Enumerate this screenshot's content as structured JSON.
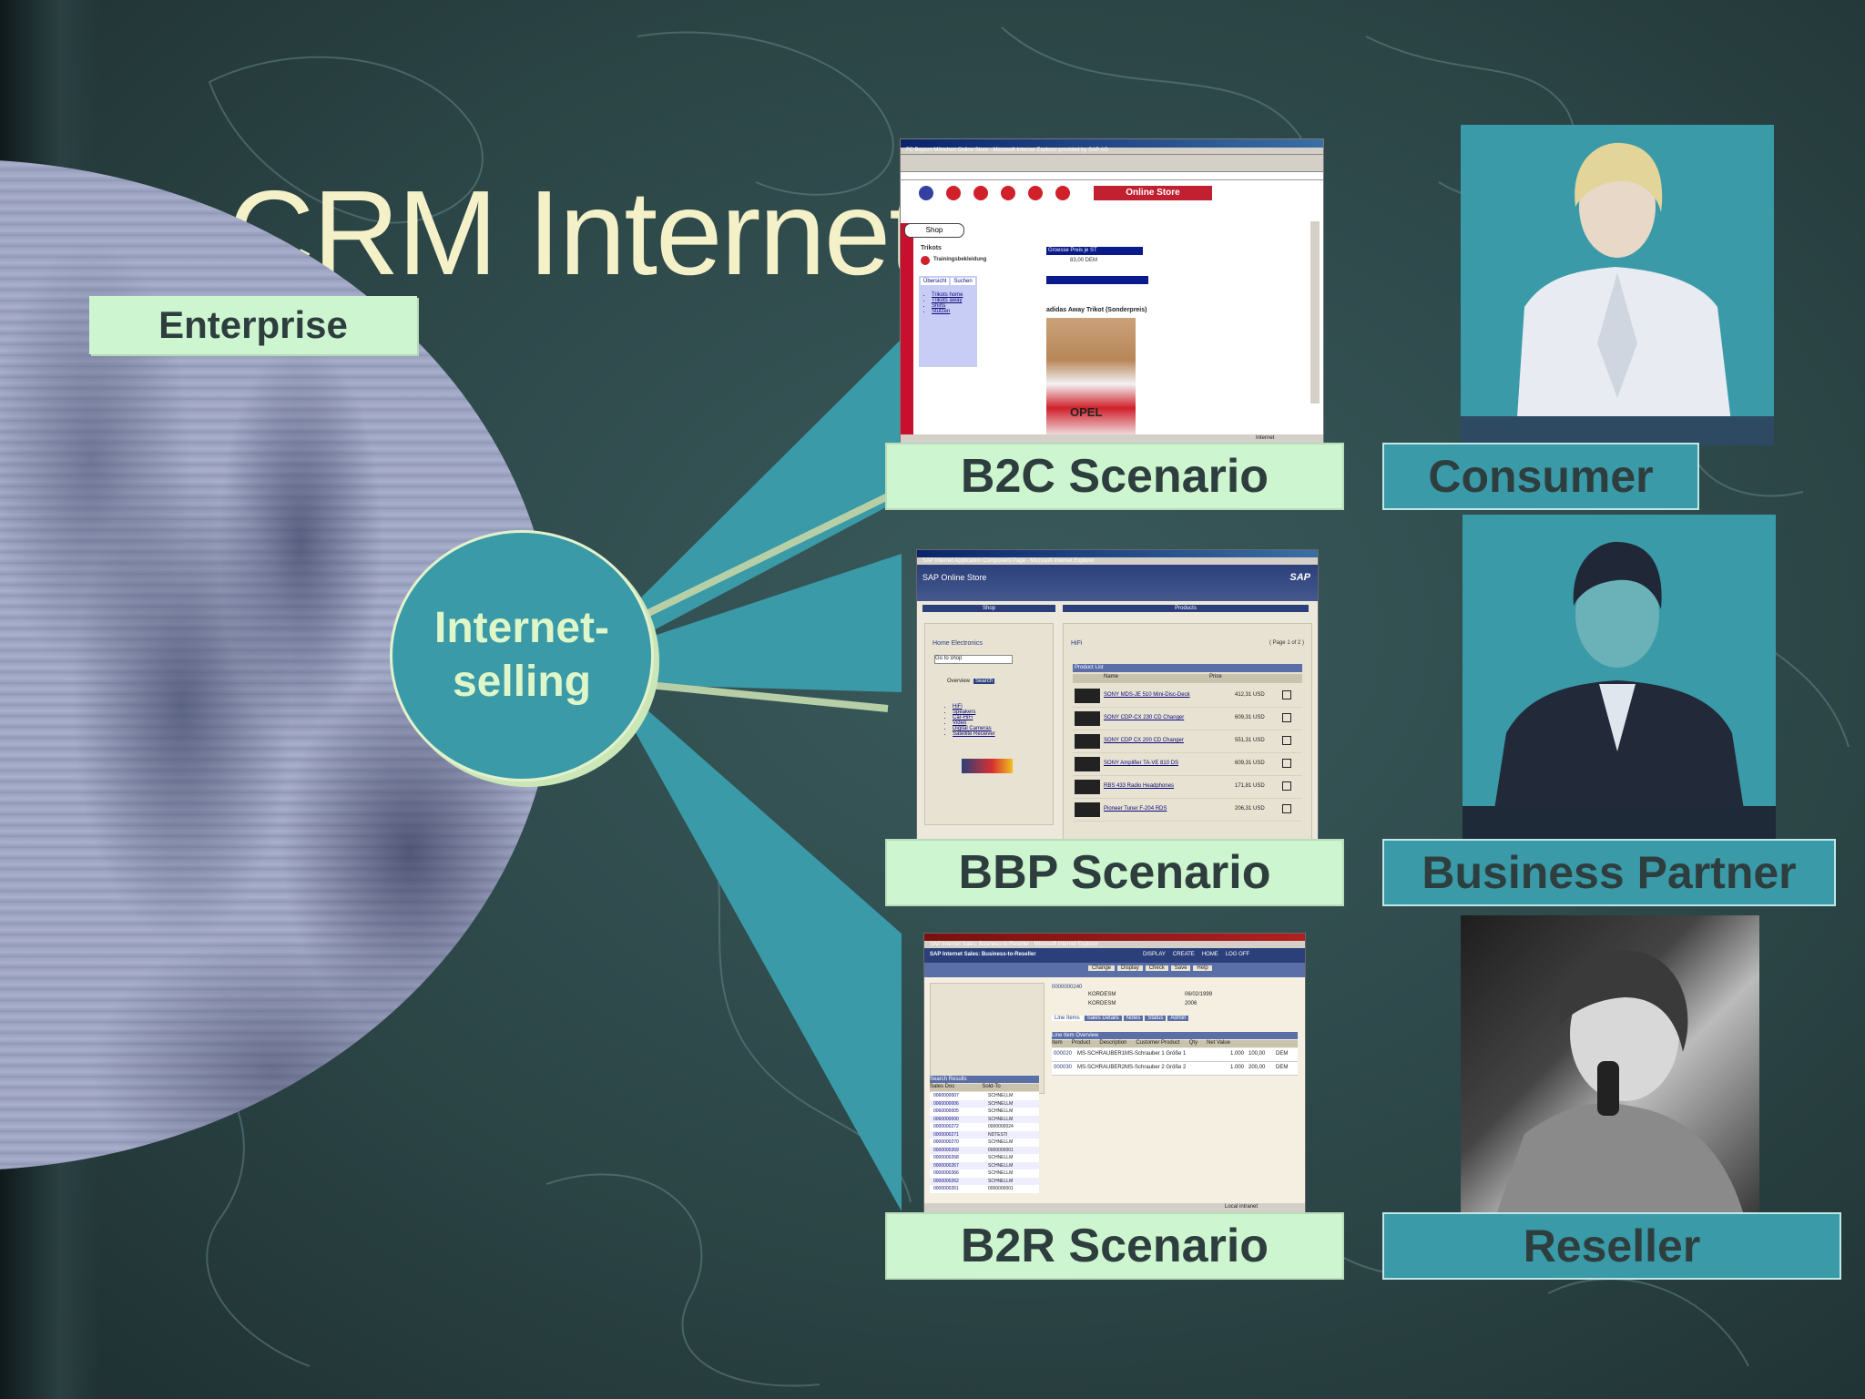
{
  "slide": {
    "title": "CRM Internet Sales",
    "enterprise_label": "Enterprise",
    "hub_label_line1": "Internet-",
    "hub_label_line2": "selling"
  },
  "scenarios": [
    {
      "label": "B2C Scenario",
      "role": "Consumer",
      "screen": {
        "title_bar": "FC Bayern München Online Store - Microsoft Internet Explorer provided by SAP AG",
        "store_name": "Online Store",
        "section": "Shop",
        "category": "Trikots",
        "subcategory": "Trainingsbekleidung",
        "tabs": [
          "Übersicht",
          "Suchen"
        ],
        "links": [
          "Trikots home",
          "Trikots away",
          "Shirts",
          "Stutzen"
        ],
        "product_name": "adidas Away Trikot (Sonderpreis)",
        "price_label": "Groesse Preis je ST",
        "price_value": "83,00 DEM",
        "sponsor_text": "OPEL",
        "status": "Internet"
      }
    },
    {
      "label": "BBP Scenario",
      "role": "Business Partner",
      "screen": {
        "title_bar": "SAP Internet Application Component Page - Microsoft Internet Explorer",
        "store_name": "SAP Online Store",
        "brand": "SAP",
        "left_tab": "Shop",
        "right_tab": "Products",
        "catalog": "Home Electronics",
        "select": "Go to shop",
        "subtabs": [
          "Overview",
          "Search"
        ],
        "categories": [
          "HiFi",
          "Speakers",
          "Car-HiFi",
          "Video",
          "Digital Cameras",
          "Satellite Receiver"
        ],
        "heading": "HiFi",
        "page": "( Page 1 of 2 )",
        "list_title": "Product List",
        "columns": [
          "Name",
          "Price"
        ],
        "products": [
          {
            "name": "SONY MDS-JE 510 Mini-Disc-Deck",
            "price": "412,31 USD"
          },
          {
            "name": "SONY CDP-CX 230 CD Changer",
            "price": "609,31 USD"
          },
          {
            "name": "SONY CDP CX 200 CD Changer",
            "price": "551,31 USD"
          },
          {
            "name": "SONY Amplifier TA-VE 810 DS",
            "price": "609,31 USD"
          },
          {
            "name": "RBS 433 Radio Headphones",
            "price": "171,81 USD"
          },
          {
            "name": "Pioneer Tuner F-204 RDS",
            "price": "206,31 USD"
          }
        ]
      }
    },
    {
      "label": "B2R Scenario",
      "role": "Reseller",
      "screen": {
        "title_bar": "SAP Internet Sales: Business-to-Reseller - Microsoft Internet Explorer",
        "header": "SAP Internet Sales: Business-to-Reseller",
        "nav": [
          "DISPLAY",
          "CREATE",
          "HOME",
          "LOG OFF"
        ],
        "buttons": [
          "Change",
          "Display",
          "Check",
          "Save",
          "Help"
        ],
        "doc_number": "0000000240",
        "customer": "KORDESM",
        "delivery_request": "06/02/1999",
        "partner": "KORDESM",
        "purchase_order": "2006",
        "item_tabs": [
          "Line Items",
          "Sales Details",
          "Notes",
          "Status",
          "Admin"
        ],
        "table_title": "Line Item Overview",
        "table_cols": [
          "Item",
          "Product",
          "Description",
          "Customer Product",
          "Qty",
          "Net Value"
        ],
        "rows": [
          {
            "item": "000020",
            "product": "MS-SCHRAUBER1",
            "desc": "MS-Schrauber 1 Größe 1",
            "qty": "1.000",
            "value": "100,00",
            "cur": "DEM"
          },
          {
            "item": "000030",
            "product": "MS-SCHRAUBER2",
            "desc": "MS-Schrauber 2 Größe 2",
            "qty": "1.000",
            "value": "200,00",
            "cur": "DEM"
          }
        ],
        "search_title": "Search Results",
        "search_cols": [
          "Sales Doc",
          "Sold-To"
        ],
        "docs": [
          "0060000007",
          "0060000006",
          "0060000005",
          "0060000000",
          "0000000272",
          "0000000271",
          "0000000270",
          "0000000269",
          "0000000268",
          "0000000267",
          "0000000266",
          "0000000262",
          "0000000261"
        ],
        "sold_to": [
          "SCHNELLM",
          "SCHNELLM",
          "SCHNELLM",
          "SCHNELLM",
          "0000000024",
          "NDTESTI",
          "SCHNELLM",
          "0000000001",
          "SCHNELLM",
          "SCHNELLM",
          "SCHNELLM",
          "SCHNELLM",
          "0000000001"
        ],
        "status": "Local intranet"
      }
    }
  ]
}
